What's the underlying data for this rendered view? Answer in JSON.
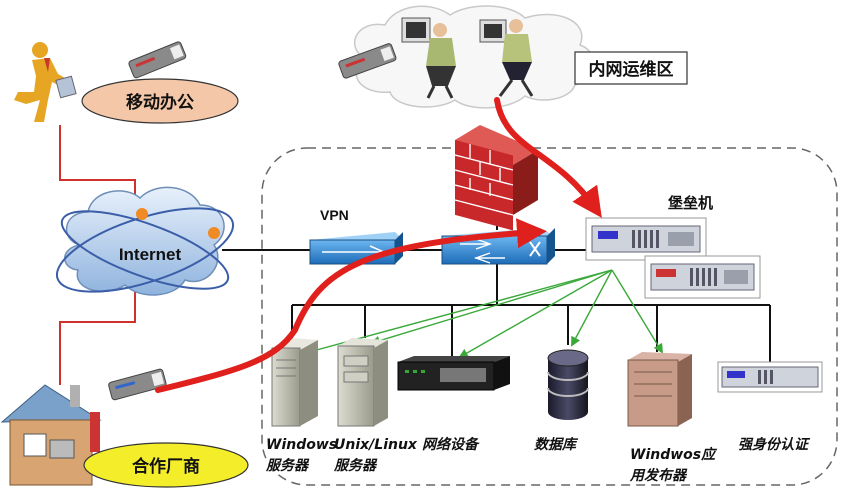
{
  "labels": {
    "intranet_ops": "内网运维区",
    "mobile_office": "移动办公",
    "internet": "Internet",
    "vpn": "VPN",
    "bastion": "堡垒机",
    "partner": "合作厂商"
  },
  "servers": [
    {
      "line1": "Windows",
      "line2": "服务器"
    },
    {
      "line1": "Unix/Linux",
      "line2": "服务器"
    },
    {
      "line1": "网络设备",
      "line2": ""
    },
    {
      "line1": "数据库",
      "line2": ""
    },
    {
      "line1": "Windwos应",
      "line2": "用发布器"
    },
    {
      "line1": "强身份认证",
      "line2": ""
    }
  ],
  "colors": {
    "red_path": "#e0201c",
    "green_lines": "#3aa93a",
    "red_lines": "#d0312d",
    "firewall": "#c8282a",
    "vpn_blue": "#2f86d2",
    "ellipse_fill": "#f3c7a7",
    "partner_fill": "#f4ee2a"
  },
  "icons": [
    "user-running-icon",
    "usb-key-icon",
    "operator-icon",
    "firewall-icon",
    "vpn-device-icon",
    "switch-icon",
    "bastion-server-icon",
    "cloud-icon",
    "tower-server-icon",
    "network-device-icon",
    "database-icon",
    "house-icon"
  ]
}
